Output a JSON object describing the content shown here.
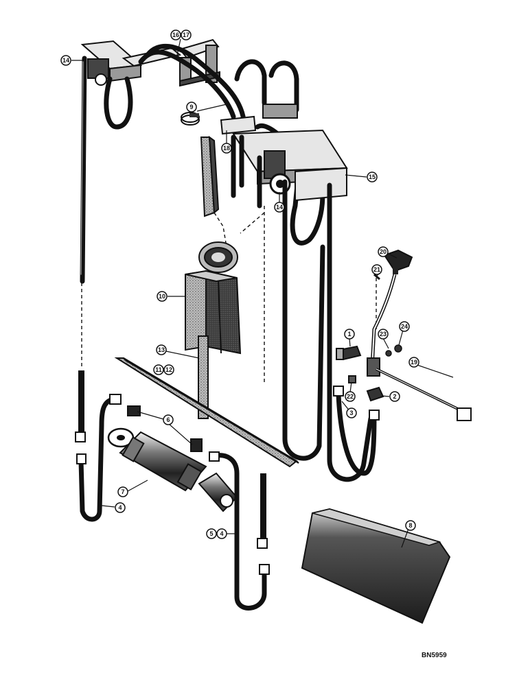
{
  "diagram": {
    "drawing_code": "BN5959",
    "callouts": {
      "c1": "1",
      "c2": "2",
      "c3": "3",
      "c4a": "4",
      "c4b": "4",
      "c5": "5",
      "c6": "6",
      "c7": "7",
      "c8": "8",
      "c9": "9",
      "c10": "10",
      "c11": "11",
      "c12": "12",
      "c13": "13",
      "c14a": "14",
      "c14b": "14",
      "c15": "15",
      "c16": "16",
      "c17": "17",
      "c18": "18",
      "c19": "19",
      "c20": "20",
      "c21": "21",
      "c22": "22",
      "c23": "23",
      "c24": "24"
    }
  }
}
